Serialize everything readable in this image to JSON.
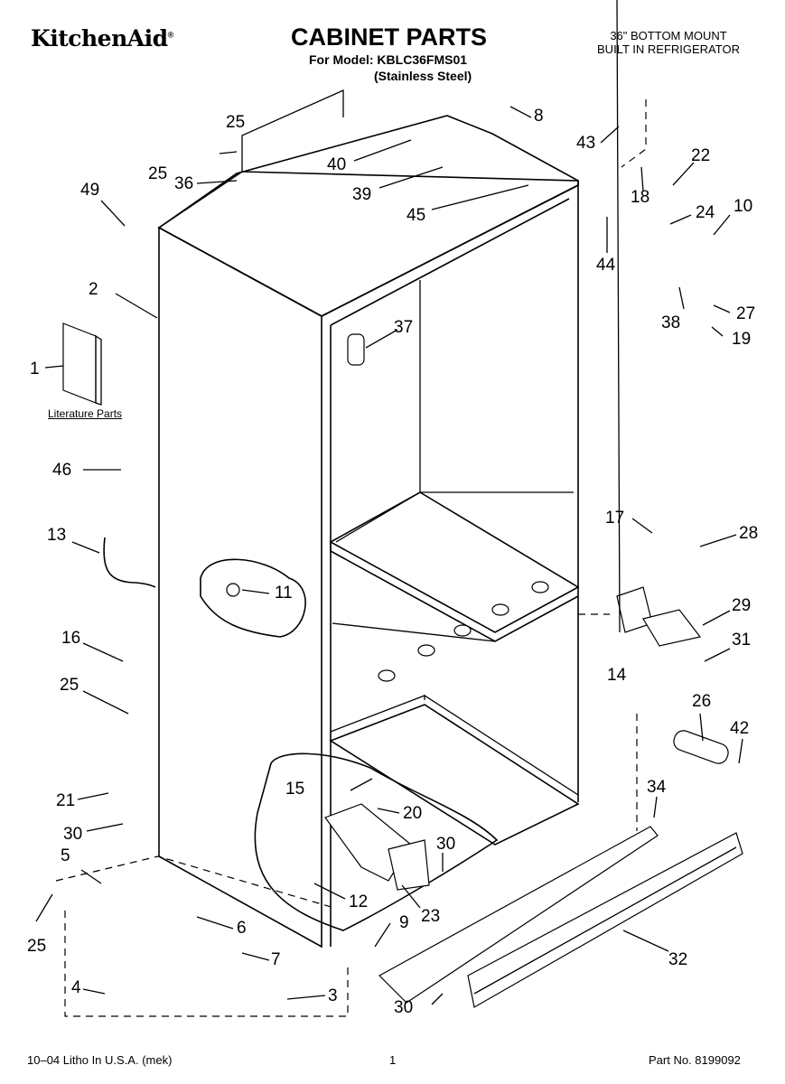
{
  "header": {
    "brand": "KitchenAid",
    "title": "CABINET PARTS",
    "model_line": "For Model: KBLC36FMS01",
    "finish": "(Stainless Steel)",
    "product_line1": "36\" BOTTOM MOUNT",
    "product_line2": "BUILT IN REFRIGERATOR"
  },
  "literature_label": "Literature Parts",
  "callouts": [
    "25",
    "25",
    "36",
    "49",
    "40",
    "39",
    "45",
    "8",
    "43",
    "22",
    "18",
    "44",
    "24",
    "10",
    "38",
    "27",
    "19",
    "2",
    "37",
    "1",
    "46",
    "13",
    "11",
    "17",
    "28",
    "29",
    "14",
    "31",
    "16",
    "25",
    "26",
    "42",
    "21",
    "30",
    "15",
    "20",
    "34",
    "30",
    "5",
    "6",
    "7",
    "12",
    "9",
    "23",
    "25",
    "4",
    "3",
    "32",
    "30"
  ],
  "footer": {
    "litho": "10–04 Litho In U.S.A. (mek)",
    "page": "1",
    "part_no": "Part No. 8199092"
  }
}
